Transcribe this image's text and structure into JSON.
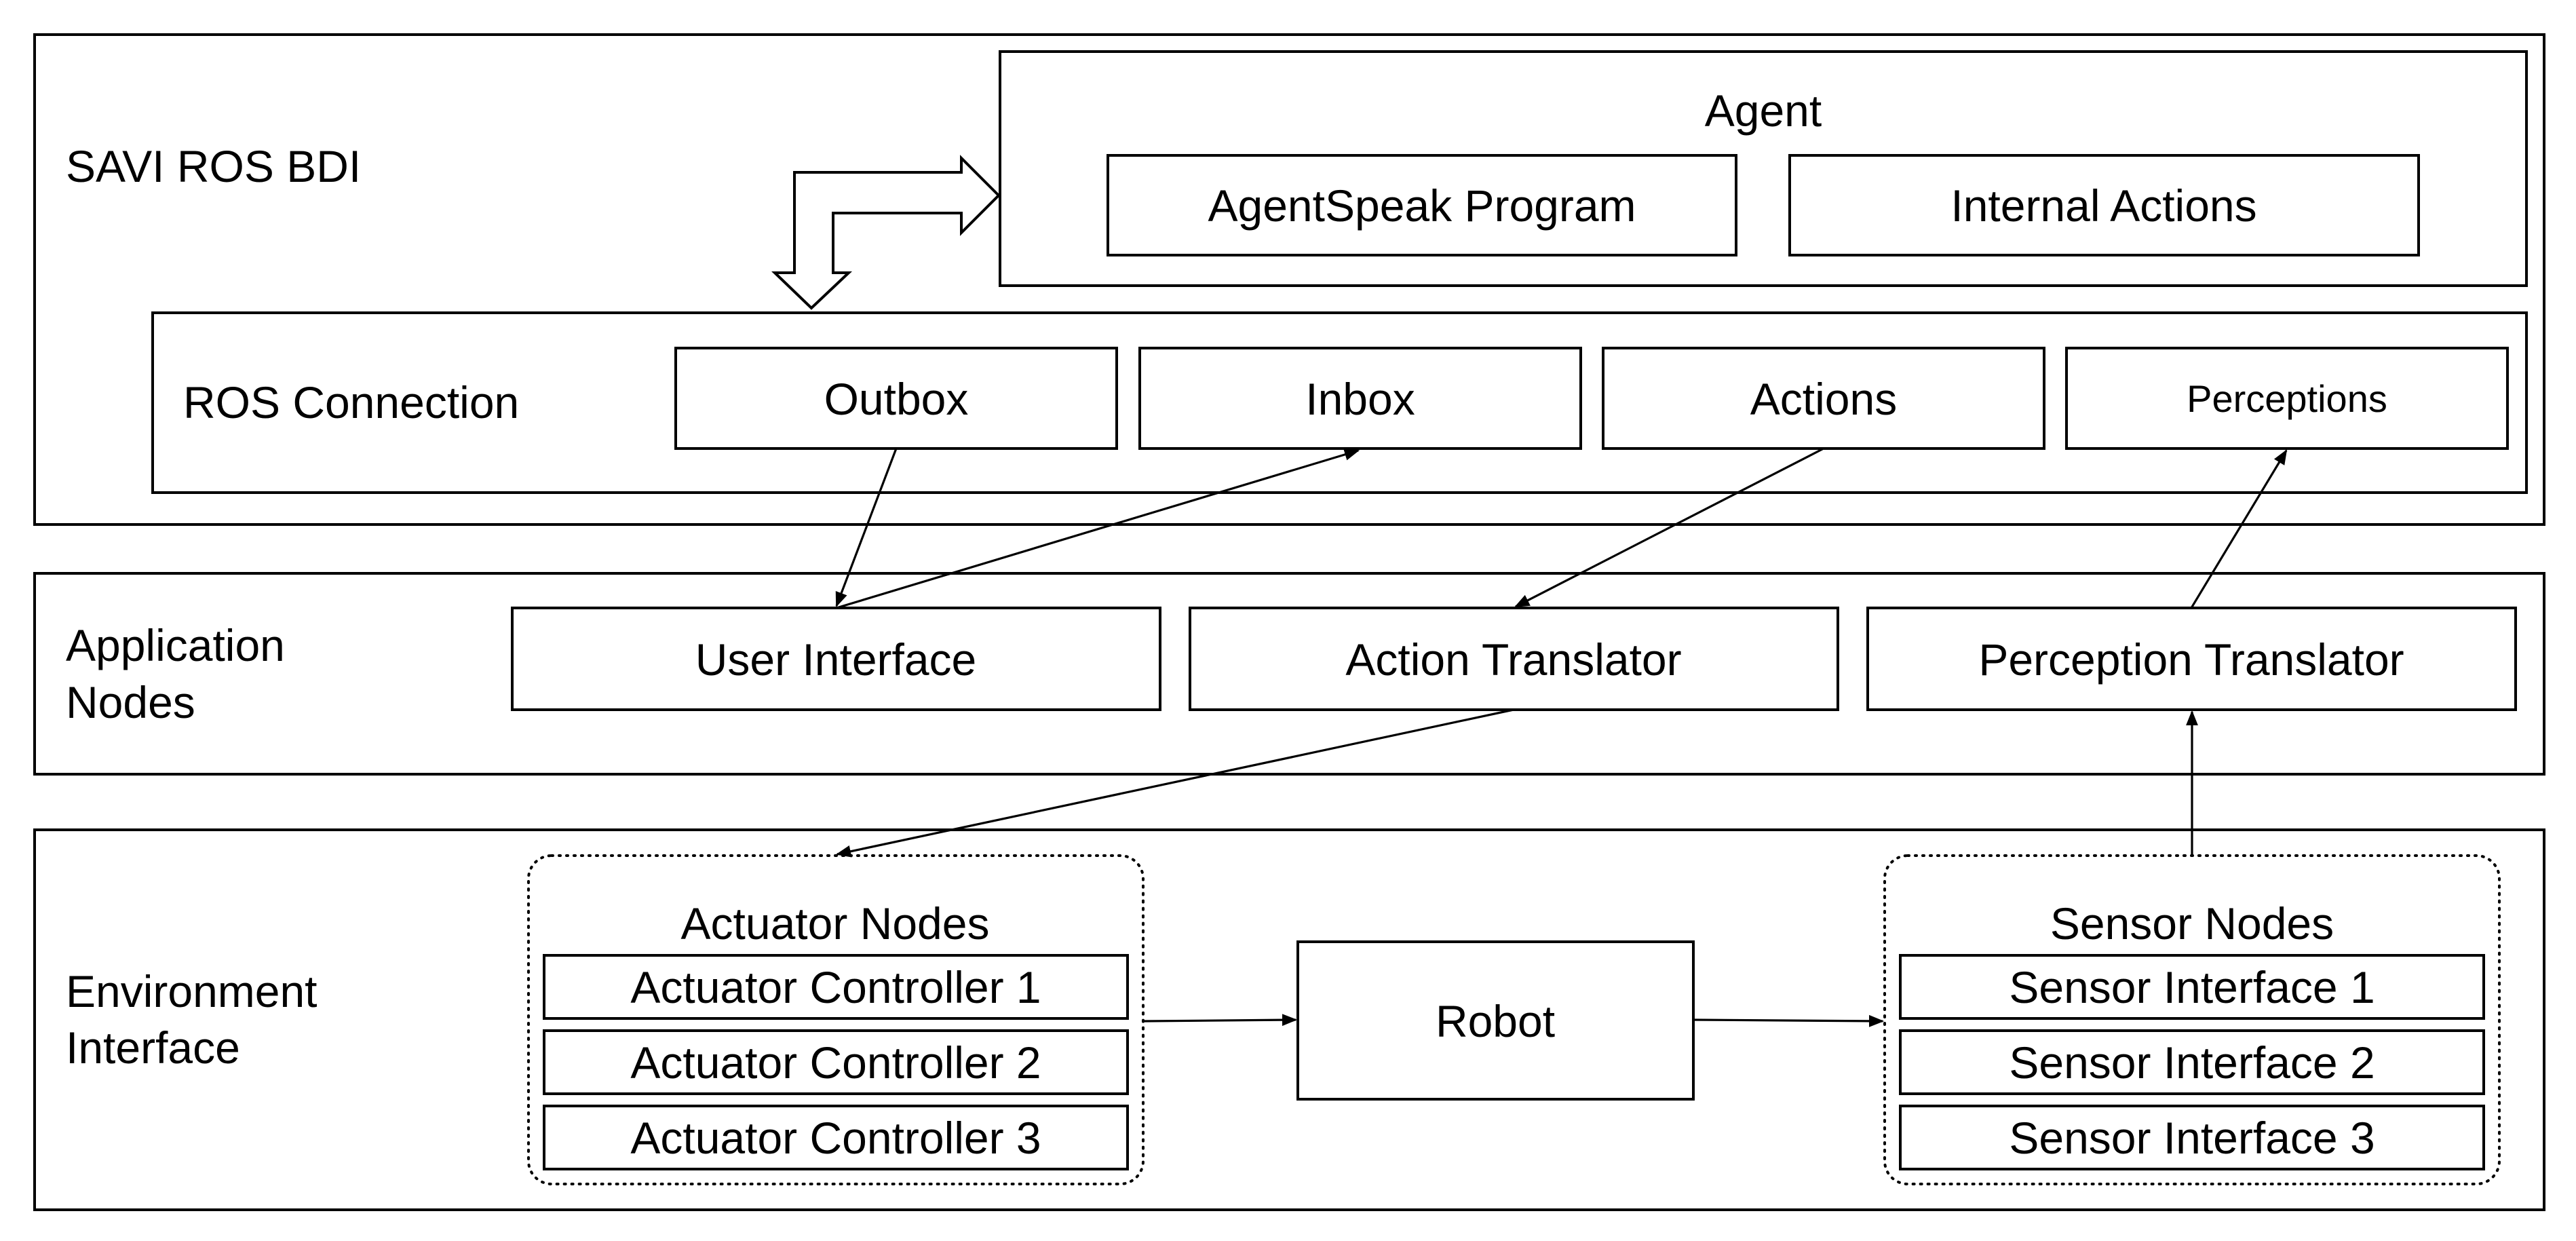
{
  "layers": {
    "bdi": {
      "label": "SAVI ROS BDI"
    },
    "application": {
      "label_line1": "Application",
      "label_line2": "Nodes"
    },
    "environment": {
      "label_line1": "Environment",
      "label_line2": "Interface"
    }
  },
  "agent": {
    "title": "Agent",
    "program": "AgentSpeak Program",
    "internal_actions": "Internal Actions"
  },
  "ros_connection": {
    "label": "ROS Connection",
    "outbox": "Outbox",
    "inbox": "Inbox",
    "actions": "Actions",
    "perceptions": "Perceptions"
  },
  "application_nodes": {
    "user_interface": "User Interface",
    "action_translator": "Action Translator",
    "perception_translator": "Perception Translator"
  },
  "environment_nodes": {
    "actuator_group": "Actuator Nodes",
    "actuators": [
      "Actuator Controller 1",
      "Actuator Controller 2",
      "Actuator Controller 3"
    ],
    "robot": "Robot",
    "sensor_group": "Sensor Nodes",
    "sensors": [
      "Sensor Interface 1",
      "Sensor Interface 2",
      "Sensor Interface 3"
    ]
  }
}
